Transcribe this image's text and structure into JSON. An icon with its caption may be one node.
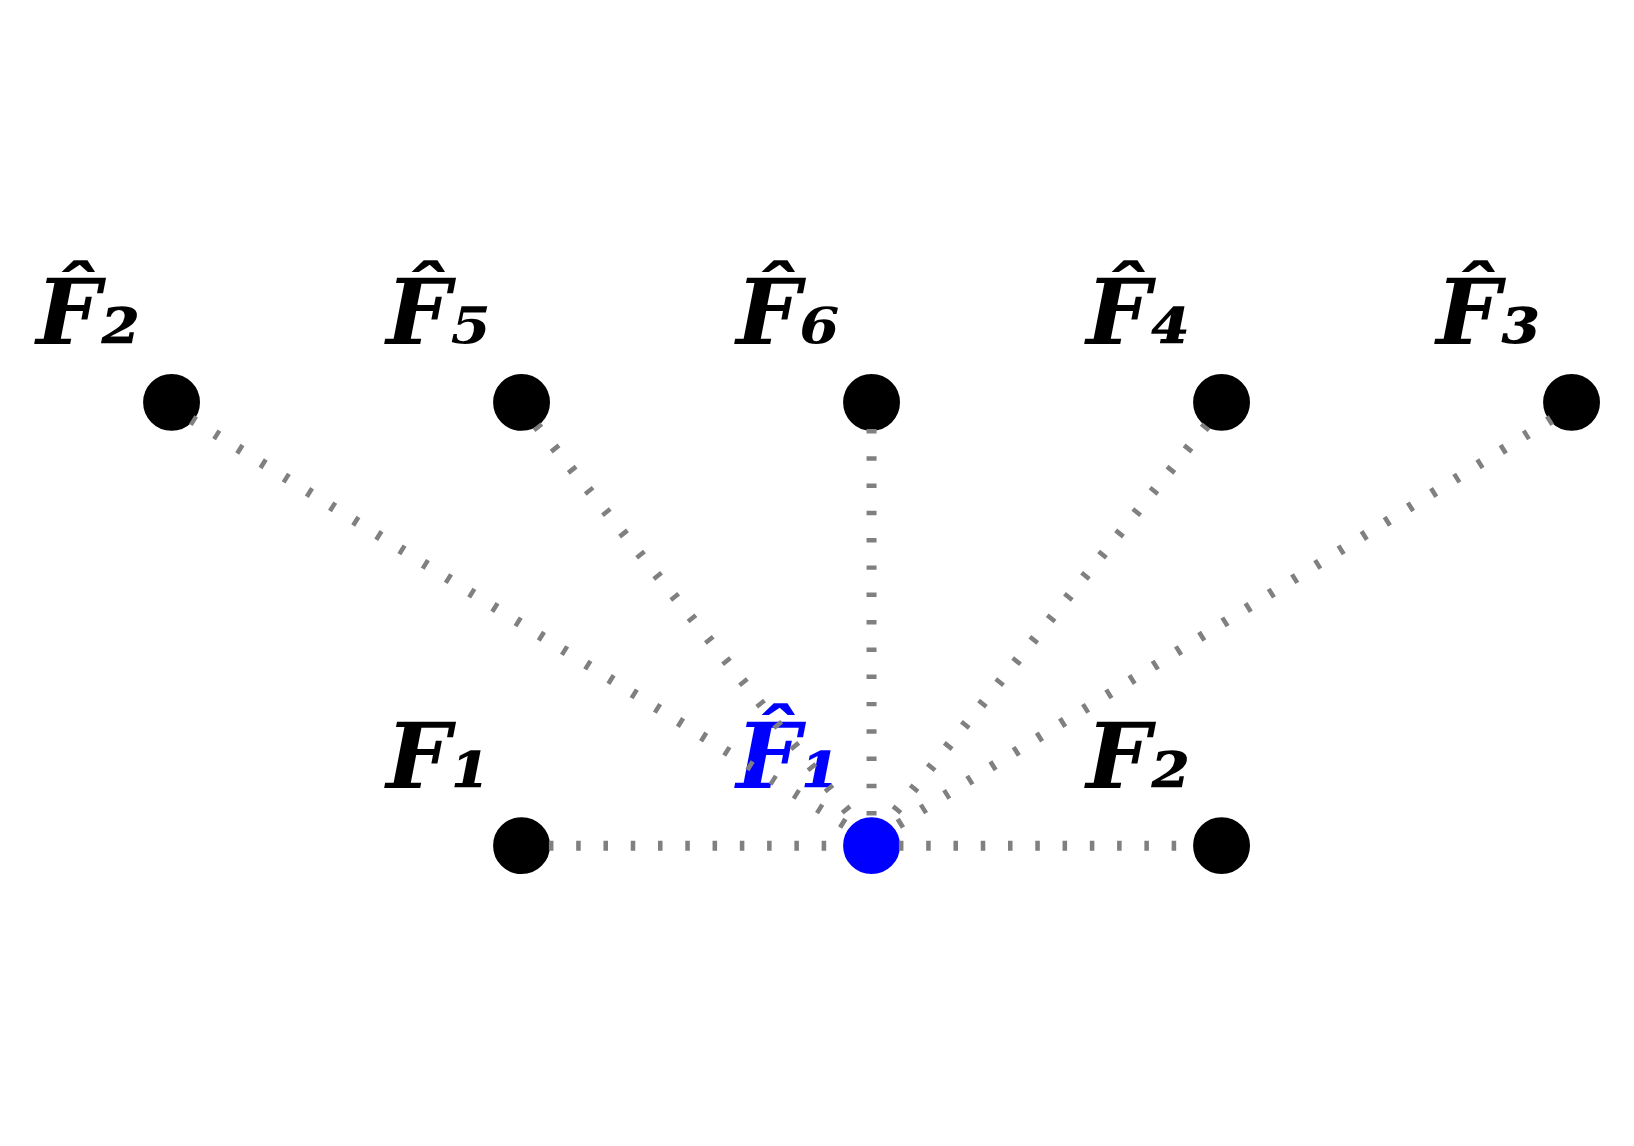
{
  "diagram": {
    "nodes": [
      {
        "text": [],
        "shape": "circle",
        "beside": [
          "F̂₂"
        ]
      },
      {
        "text": [],
        "shape": "circle",
        "beside": [
          "F̂₅"
        ]
      },
      {
        "text": [],
        "shape": "circle",
        "beside": [
          "F̂₆"
        ]
      },
      {
        "text": [],
        "shape": "circle",
        "beside": [
          "F̂₄"
        ]
      },
      {
        "text": [],
        "shape": "circle",
        "beside": [
          "F̂₃"
        ]
      },
      {
        "text": [],
        "shape": "circle",
        "beside": [
          "F₁"
        ]
      },
      {
        "text": [],
        "shape": "circle",
        "beside": [
          "F̂₁"
        ]
      },
      {
        "text": [],
        "shape": "circle",
        "beside": [
          "F₂"
        ]
      }
    ],
    "edges": [
      {
        "from": 1,
        "to": 6,
        "arrow": "none"
      },
      {
        "from": 3,
        "to": 6,
        "arrow": "none"
      },
      {
        "from": 2,
        "to": 6,
        "arrow": "none"
      },
      {
        "from": 4,
        "to": 6,
        "arrow": "none"
      },
      {
        "from": 0,
        "to": 6,
        "arrow": "none"
      },
      {
        "from": 5,
        "to": 6,
        "arrow": "none"
      },
      {
        "from": 6,
        "to": 7,
        "arrow": "none"
      }
    ]
  }
}
